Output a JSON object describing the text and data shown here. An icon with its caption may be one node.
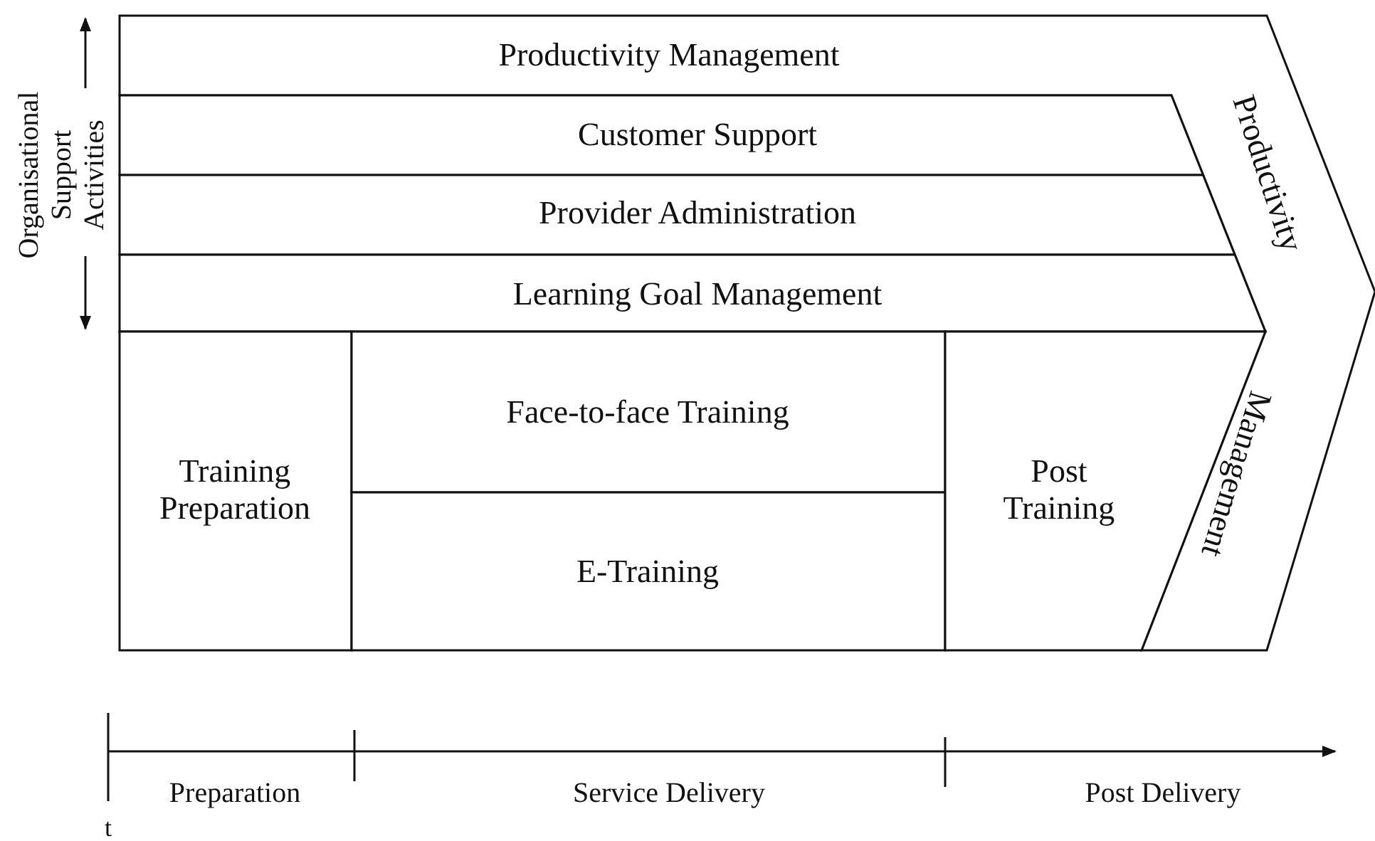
{
  "diagram": {
    "nodes": [
      {
        "text": [
          "Productivity Management",
          "Productivity",
          "Management"
        ]
      },
      {
        "text": [
          "Customer Support"
        ]
      },
      {
        "text": [
          "Provider Administration"
        ]
      },
      {
        "text": [
          "Learning Goal Management"
        ]
      },
      {
        "text": [
          "Training Preparation"
        ]
      },
      {
        "text": [
          "Face-to-face Training"
        ]
      },
      {
        "text": [
          "E-Training"
        ]
      },
      {
        "text": [
          "Post Training"
        ]
      }
    ],
    "edges": [],
    "labels": [
      "Organisational Support Activities",
      "Preparation",
      "Service Delivery",
      "Post Delivery",
      "t"
    ]
  }
}
